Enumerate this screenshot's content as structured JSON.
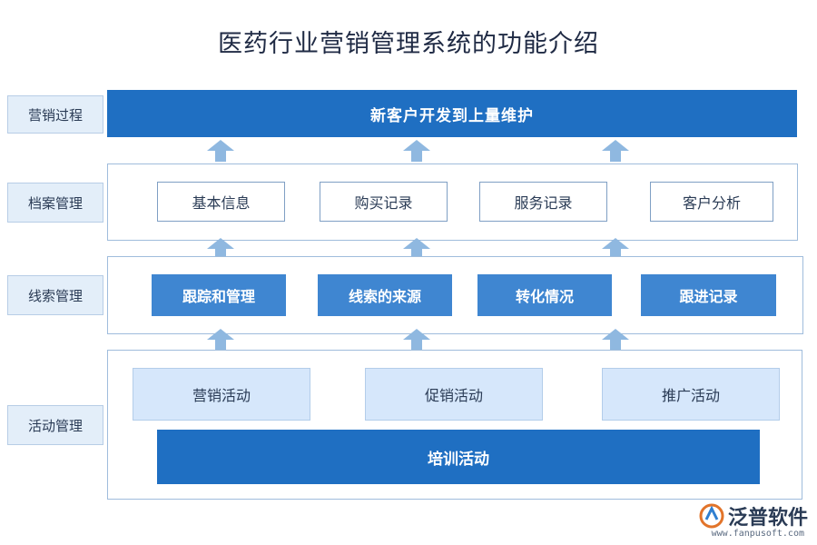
{
  "title": "医药行业营销管理系统的功能介绍",
  "rows": {
    "process": {
      "label": "营销过程",
      "banner": "新客户开发到上量维护"
    },
    "archive": {
      "label": "档案管理",
      "items": [
        "基本信息",
        "购买记录",
        "服务记录",
        "客户分析"
      ]
    },
    "clues": {
      "label": "线索管理",
      "items": [
        "跟踪和管理",
        "线索的来源",
        "转化情况",
        "跟进记录"
      ]
    },
    "activity": {
      "label": "活动管理",
      "items": [
        "营销活动",
        "促销活动",
        "推广活动"
      ],
      "bottom": "培训活动"
    }
  },
  "logo": {
    "name": "泛普软件",
    "url": "www.fanpusoft.com",
    "icon": "fanpu-logo-icon"
  },
  "colors": {
    "primary": "#1f6fc2",
    "secondary": "#3f86d1",
    "light": "#d6e7fb",
    "arrow": "#8fb8e0"
  }
}
